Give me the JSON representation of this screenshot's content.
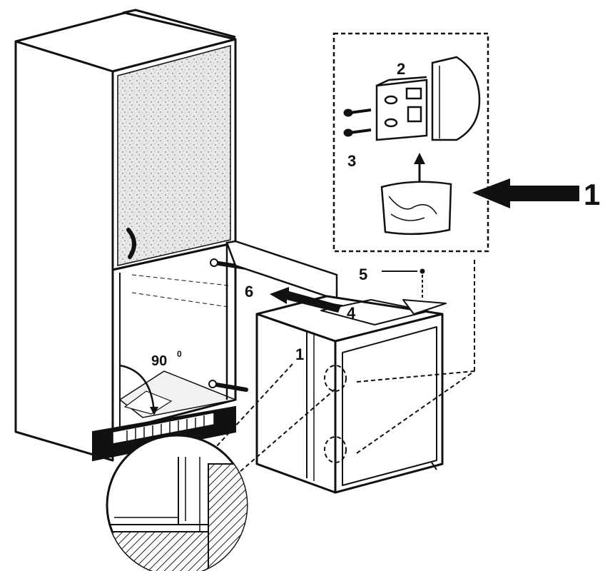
{
  "labels": {
    "callout_1": "1",
    "part_2": "2",
    "part_3": "3",
    "part_1": "1",
    "part_4": "4",
    "part_5": "5",
    "part_6": "6",
    "angle": "90",
    "angle_unit": "0"
  },
  "colors": {
    "ink": "#111111",
    "paper": "#ffffff",
    "speckle": "#d9d9d9"
  }
}
